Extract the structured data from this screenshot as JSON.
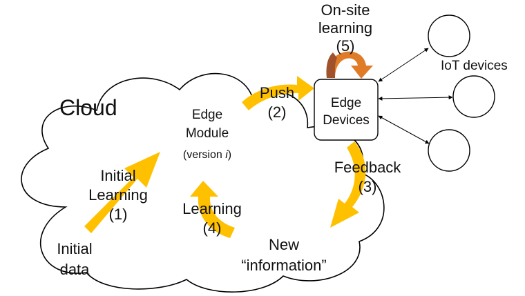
{
  "cloud": {
    "title": "Cloud"
  },
  "edge_module": {
    "line1": "Edge",
    "line2": "Module",
    "version_prefix": "(version ",
    "version_var": "i",
    "version_suffix": ")"
  },
  "initial_learning": {
    "line1": "Initial",
    "line2": "Learning",
    "step": "(1)"
  },
  "initial_data": {
    "line1": "Initial",
    "line2": "data"
  },
  "learning": {
    "label": "Learning",
    "step": "(4)"
  },
  "new_information": {
    "line1": "New",
    "line2": "“information”"
  },
  "push": {
    "label": "Push",
    "step": "(2)"
  },
  "feedback": {
    "label": "Feedback",
    "step": "(3)"
  },
  "onsite": {
    "line1": "On-site",
    "line2": "learning",
    "step": "(5)"
  },
  "edge_devices": {
    "line1": "Edge",
    "line2": "Devices"
  },
  "iot": {
    "label": "IoT devices"
  },
  "colors": {
    "arrow_yellow": "#FFC000",
    "arrow_orange": "#E07B28",
    "arrow_brown": "#A0522D",
    "outline": "#000000"
  }
}
